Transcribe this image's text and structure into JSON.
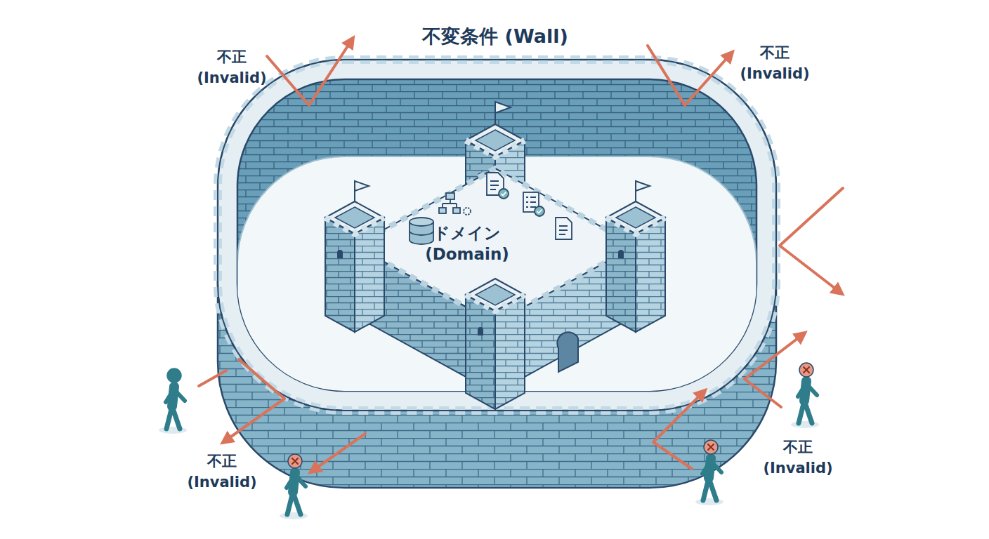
{
  "diagram": {
    "nodes": [
      {
        "text": [
          "不変条件 (Wall)"
        ]
      },
      {
        "text": [
          "ドメイン (Domain)"
        ],
        "in": 0
      }
    ],
    "labels": [
      "不正 (Invalid)",
      "不正 (Invalid)",
      "不正 (Invalid)",
      "不正 (Invalid)"
    ]
  }
}
